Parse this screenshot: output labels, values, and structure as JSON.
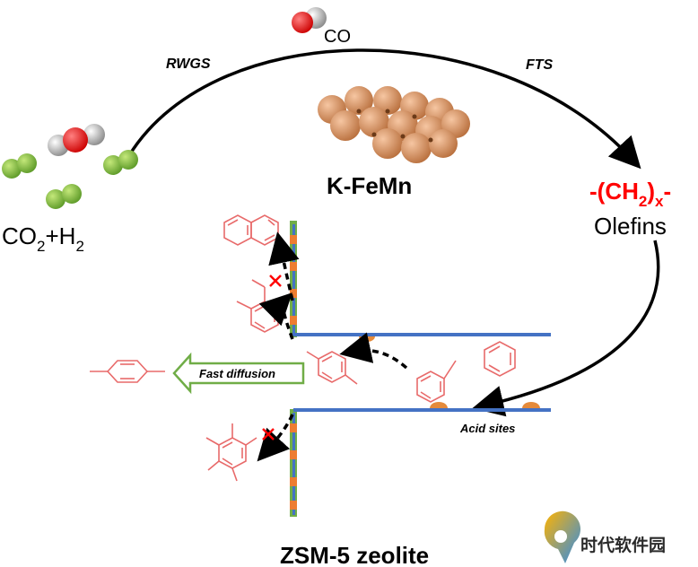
{
  "labels": {
    "co": "CO",
    "rwgs": "RWGS",
    "fts": "FTS",
    "catalyst": "K-FeMn",
    "reactant_co2": "CO",
    "reactant_sub2": "2",
    "reactant_plus_h": "+H",
    "reactant_sub2b": "2",
    "ch2_open": "-(CH",
    "ch2_sub2": "2",
    "ch2_close": ")",
    "ch2_subx": "x",
    "ch2_dash": "-",
    "olefins": "Olefins",
    "fast_diffusion": "Fast diffusion",
    "acid_sites": "Acid sites",
    "zeolite": "ZSM-5 zeolite",
    "watermark_text": "时代软件园"
  },
  "colors": {
    "ring_red": "#e86a6a",
    "zeolite_blue": "#4472c4",
    "wall_green": "#70ad47",
    "wall_orange": "#ed7d31",
    "acid_orange": "#e58a3a",
    "arrow_green": "#70ad47",
    "red_text": "#ff0000",
    "cross_red": "#ff0000",
    "h2_green": "#7cbd3b",
    "copper": "#d9956a"
  }
}
